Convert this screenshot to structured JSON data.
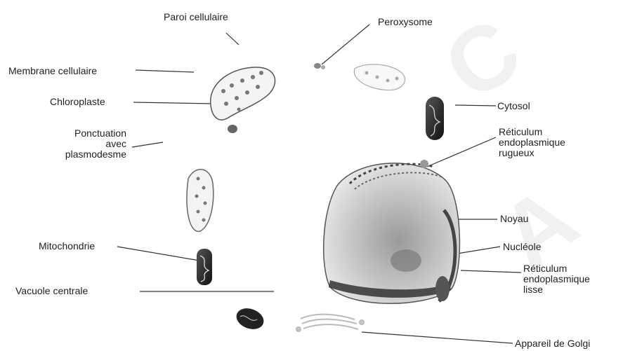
{
  "labels": {
    "paroi": "Paroi cellulaire",
    "peroxysome": "Peroxysome",
    "membrane": "Membrane cellulaire",
    "chloroplaste": "Chloroplaste",
    "cytosol": "Cytosol",
    "ponctuation": [
      "Ponctuation",
      "avec",
      "plasmodesme"
    ],
    "rer": [
      "Réticulum",
      "endoplasmique",
      "rugueux"
    ],
    "noyau": "Noyau",
    "mitochondrie": "Mitochondrie",
    "nucleole": "Nucléole",
    "vacuole": "Vacuole centrale",
    "rel": [
      "Réticulum",
      "endoplasmique",
      "lisse"
    ],
    "golgi": "Appareil de Golgi"
  },
  "colors": {
    "line": "#333333",
    "organelle_dark": "#2a2a2a",
    "organelle_mid": "#8a8a8a",
    "organelle_light": "#d6d6d6"
  }
}
